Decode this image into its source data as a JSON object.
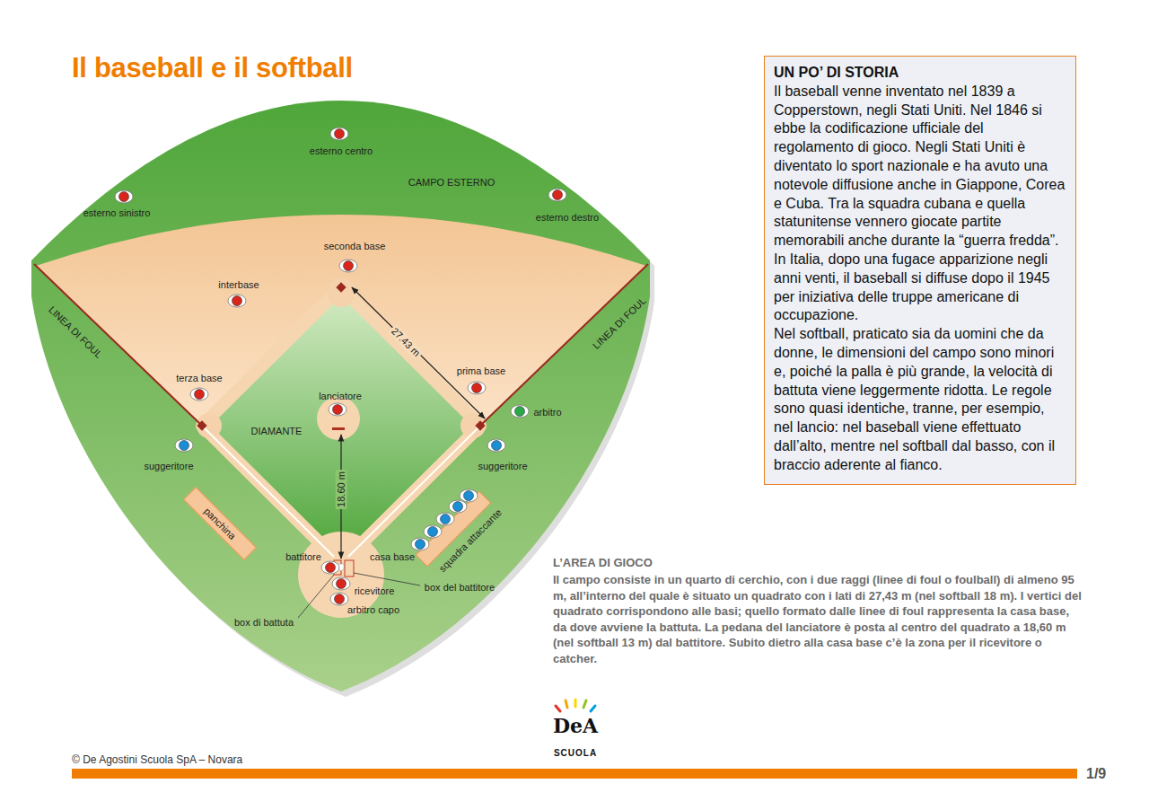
{
  "diagram": {
    "title": "Il baseball e il softball",
    "nodes": [
      {
        "text": [
          "UN PO’ DI STORIA",
          "Il baseball venne inventato nel 1839 a Copperstown, negli Stati Uniti. Nel 1846 si ebbe la codificazione ufficiale del regolamento di gioco. Negli Stati Uniti è diventato lo sport nazionale e ha avuto una notevole diffusione anche in Giappone, Corea e Cuba. Tra la squadra cubana e quella statunitense vennero giocate partite memorabili anche durante la “guerra fredda”. In Italia, dopo una fugace apparizione negli anni venti, il baseball si diffuse dopo il 1945 per iniziativa delle truppe americane di occupazione.",
          "Nel softball, praticato sia da uomini che da donne, le dimensioni del campo sono minori e, poiché la palla è più grande, la velocità di battuta viene leggermente ridotta. Le regole sono quasi identiche, tranne, per esempio, nel lancio: nel baseball viene effettuato dall’alto, mentre nel softball dal basso, con il braccio aderente al fianco."
        ]
      },
      {
        "text": [
          "panchina"
        ]
      }
    ],
    "labels": [
      "esterno centro",
      "CAMPO ESTERNO",
      "esterno sinistro",
      "esterno destro",
      "seconda base",
      "interbase",
      "27.43 m",
      "LINEA DI FOUL",
      "LINEA DI FOUL",
      "prima base",
      "terza base",
      "lanciatore",
      "arbitro",
      "DIAMANTE",
      "suggeritore",
      "suggeritore",
      "18.60 m",
      "squadra attaccante",
      "battitore",
      "casa base",
      "box del battitore",
      "ricevitore",
      "arbitro capo",
      "box di battuta",
      "L’AREA DI GIOCO",
      "Il campo consiste in un quarto di cerchio, con i due raggi (linee di foul o foulball) di almeno 95 m, all’interno del quale è situato un quadrato con i lati di 27,43 m (nel softball 18 m). I vertici del quadrato corrispondono alle basi; quello formato dalle linee di foul rappresenta la casa base, da dove avviene la battuta. La pedana del lanciatore è posta al centro del quadrato a 18,60 m (nel softball 13 m) dal battitore. Subito dietro alla casa base c’è la zona per il ricevitore o catcher.",
      "DeA",
      "SCUOLA",
      "© De Agostini Scuola SpA – Novara",
      "1/9"
    ]
  }
}
